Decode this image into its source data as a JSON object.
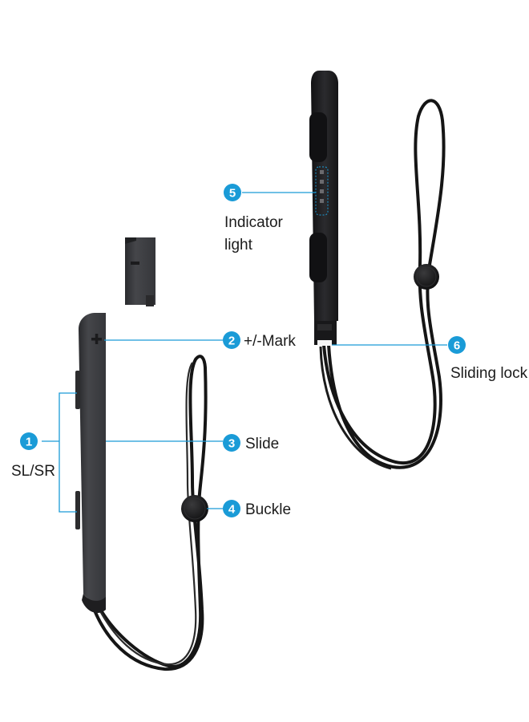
{
  "colors": {
    "accent": "#1a9bd7",
    "strap": "#151515",
    "left_body": "#3c3d40",
    "rail_body": "#1e1e20",
    "label_text": "#1c1c1c"
  },
  "callouts": [
    {
      "number": "1",
      "label": "SL/SR"
    },
    {
      "number": "2",
      "label": "+/-Mark"
    },
    {
      "number": "3",
      "label": "Slide"
    },
    {
      "number": "4",
      "label": "Buckle"
    },
    {
      "number": "5",
      "label": "Indicator",
      "label2": "light"
    },
    {
      "number": "6",
      "label": "Sliding lock"
    }
  ]
}
